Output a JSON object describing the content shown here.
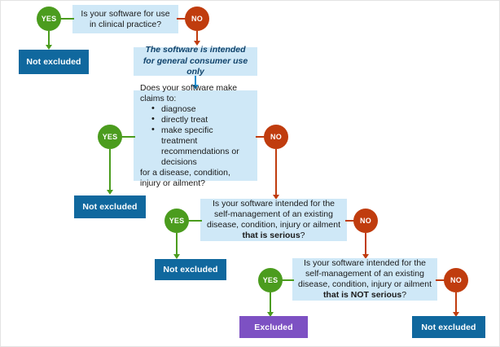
{
  "diagram": {
    "title": "Software exclusion decision flowchart",
    "colors": {
      "question_box": "#cfe8f7",
      "statement_text": "#10436b",
      "not_excluded": "#10689e",
      "excluded": "#7d51c3",
      "yes": "#4b9c1e",
      "no": "#c03c0e",
      "blue_connector": "#1f8fd0"
    },
    "nodes": {
      "q1": {
        "text": "Is your software for use in clinical practice?"
      },
      "statement": {
        "text": "The software is intended for general consumer use only"
      },
      "q2": {
        "lead": "Does your software make claims to:",
        "bullets": [
          "diagnose",
          "directly treat",
          "make specific treatment recommendations or decisions"
        ],
        "tail": "for a disease, condition, injury or ailment?"
      },
      "q3": {
        "text_plain": "Is your software intended for the self-management of an existing disease, condition, injury or ailment ",
        "text_bold": "that is serious",
        "text_end": "?"
      },
      "q4": {
        "text_plain": "Is your software intended for the self-management of an existing disease, condition, injury or ailment ",
        "text_bold": "that is NOT serious",
        "text_end": "?"
      },
      "r1": {
        "label": "Not excluded"
      },
      "r2": {
        "label": "Not excluded"
      },
      "r3": {
        "label": "Not excluded"
      },
      "r4": {
        "label": "Excluded"
      },
      "r5": {
        "label": "Not excluded"
      }
    },
    "decisions": {
      "yes1": {
        "label": "YES"
      },
      "no1": {
        "label": "NO"
      },
      "yes2": {
        "label": "YES"
      },
      "no2": {
        "label": "NO"
      },
      "yes3": {
        "label": "YES"
      },
      "no3": {
        "label": "NO"
      },
      "yes4": {
        "label": "YES"
      },
      "no4": {
        "label": "NO"
      }
    }
  }
}
